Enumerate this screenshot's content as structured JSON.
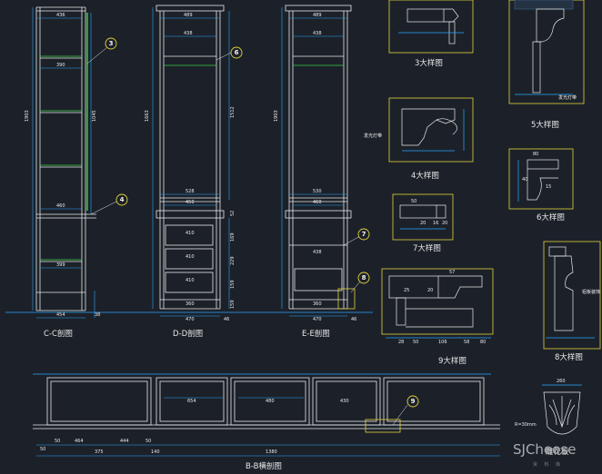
{
  "views": {
    "cc": {
      "title": "C-C剖图",
      "d_top": "436",
      "d_shelf": "390",
      "d_h": "1903",
      "d_h2": "1045",
      "d_mid": "460",
      "d_low": "399",
      "d_bottom": "454",
      "d_side": "38"
    },
    "dd": {
      "title": "D-D剖图",
      "d_top1": "489",
      "d_top2": "438",
      "d_h": "1663",
      "d_h2": "1512",
      "d_mid1": "528",
      "d_mid2": "450",
      "d_d1": "410",
      "d_d2": "410",
      "d_d3": "410",
      "d_b": "360",
      "d_bottom": "470",
      "d_side": "46",
      "d_r1": "52",
      "d_r2": "169",
      "d_r3": "229",
      "d_r4": "159",
      "d_r5": "159"
    },
    "ee": {
      "title": "E-E剖图",
      "d_top1": "489",
      "d_top2": "438",
      "d_h": "1903",
      "d_mid1": "530",
      "d_mid2": "460",
      "d_d1": "438",
      "d_b": "360",
      "d_bottom": "470",
      "d_side": "46"
    },
    "bb": {
      "title": "B-B横剖图",
      "d1": "50",
      "d2": "50",
      "d3": "464",
      "d4": "444",
      "d5": "50",
      "d6": "375",
      "d7": "1380",
      "d8": "140",
      "d9": "654",
      "d10": "480",
      "d11": "430"
    }
  },
  "details": {
    "d3": {
      "title": "3大样图"
    },
    "d4": {
      "title": "4大样图",
      "note": "发光灯带"
    },
    "d5": {
      "title": "5大样图",
      "note": "发光灯带"
    },
    "d6": {
      "title": "6大样图",
      "dims": [
        "80",
        "40",
        "15"
      ]
    },
    "d7": {
      "title": "7大样图",
      "dims": [
        "50",
        "20",
        "16",
        "20"
      ]
    },
    "d8": {
      "title": "8大样图",
      "note": "铝板装饰"
    },
    "d9": {
      "title": "9大样图",
      "dims": [
        "28",
        "50",
        "106",
        "58",
        "80",
        "57",
        "25",
        "20"
      ]
    }
  },
  "markers": [
    "3",
    "6",
    "4",
    "7",
    "8",
    "9"
  ],
  "carving": {
    "title": "雕花板",
    "dim_top": "260",
    "dim_side": "R=30mm"
  },
  "watermark": {
    "brand": "SJCheese",
    "sub": "资 料 库"
  },
  "colors": {
    "bg": "#1c2129",
    "line": "#e8e8e8",
    "dim": "#29a7ff",
    "frame": "#e3d33c",
    "accent": "#3bd24a"
  }
}
